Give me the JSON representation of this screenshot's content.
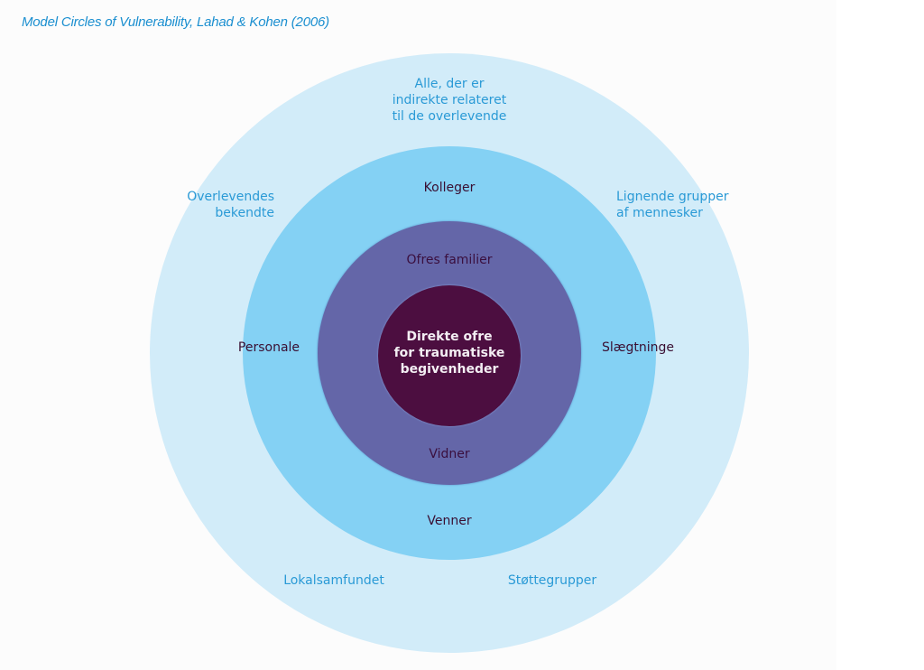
{
  "title": "Model Circles of Vulnerability, Lahad & Kohen (2006)",
  "colors": {
    "outer_ring": "#d2ecf9",
    "second_ring": "#84d1f4",
    "third_ring": "#6466a8",
    "core": "#4c0e40",
    "outer_text": "#2a9ad6",
    "title_text": "#1b8fd0"
  },
  "rings": {
    "outer": {
      "labels": {
        "top": "Alle, der er\nindirekte relateret\ntil de overlevende",
        "upper_left": "Overlevendes\nbekendte",
        "upper_right": "Lignende grupper\naf mennesker",
        "bottom_left": "Lokalsamfundet",
        "bottom_right": "Støttegrupper"
      }
    },
    "second": {
      "labels": {
        "top": "Kolleger",
        "left": "Personale",
        "right": "Slægtninge",
        "bottom": "Venner"
      }
    },
    "third": {
      "labels": {
        "top": "Ofres familier",
        "bottom": "Vidner"
      }
    },
    "core": {
      "label": "Direkte ofre\nfor traumatiske\nbegivenheder"
    }
  }
}
